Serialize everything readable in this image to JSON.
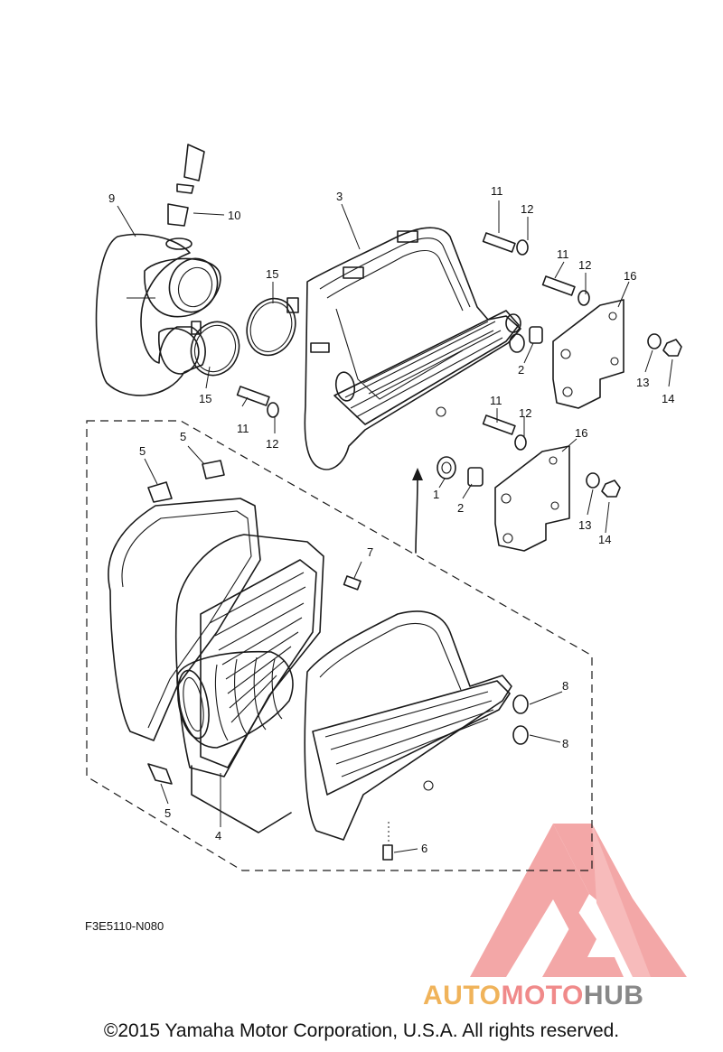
{
  "diagram_code": "F3E5110-N080",
  "copyright": "©2015 Yamaha Motor Corporation, U.S.A. All rights reserved.",
  "watermark": {
    "part1": "AUTO",
    "part2": "MOTO",
    "part3": "HUB"
  },
  "colors": {
    "line": "#1a1a1a",
    "logo_red": "#f08a8a",
    "logo_orange": "#f0b35a",
    "logo_gray": "#888888"
  },
  "callouts": {
    "c1": "1",
    "c2a": "2",
    "c2b": "2",
    "c3": "3",
    "c4": "4",
    "c5a": "5",
    "c5b": "5",
    "c5c": "5",
    "c6": "6",
    "c7": "7",
    "c8a": "8",
    "c8b": "8",
    "c9": "9",
    "c10": "10",
    "c11a": "11",
    "c11b": "11",
    "c11c": "11",
    "c11d": "11",
    "c12a": "12",
    "c12b": "12",
    "c12c": "12",
    "c12d": "12",
    "c13a": "13",
    "c13b": "13",
    "c14a": "14",
    "c14b": "14",
    "c15a": "15",
    "c15b": "15",
    "c16a": "16",
    "c16b": "16"
  }
}
